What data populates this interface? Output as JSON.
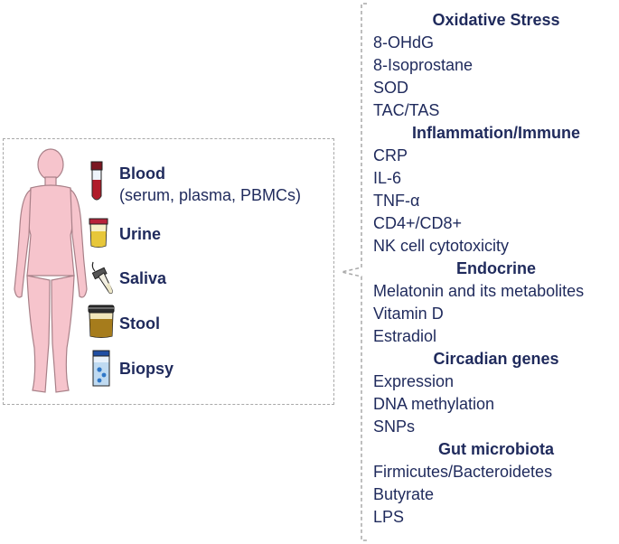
{
  "samples": [
    {
      "name": "Blood",
      "detail": "(serum, plasma, PBMCs)",
      "icon": "blood-tube-icon"
    },
    {
      "name": "Urine",
      "icon": "urine-cup-icon"
    },
    {
      "name": "Saliva",
      "icon": "saliva-tube-icon"
    },
    {
      "name": "Stool",
      "icon": "stool-container-icon"
    },
    {
      "name": "Biopsy",
      "icon": "biopsy-vial-icon"
    }
  ],
  "categories": [
    {
      "title": "Oxidative Stress",
      "items": [
        "8-OHdG",
        "8-Isoprostane",
        "SOD",
        "TAC/TAS"
      ]
    },
    {
      "title": "Inflammation/Immune",
      "items": [
        "CRP",
        "IL-6",
        "TNF-α",
        "CD4+/CD8+",
        "NK cell cytotoxicity"
      ]
    },
    {
      "title": "Endocrine",
      "items": [
        "Melatonin and its metabolites",
        "Vitamin D",
        "Estradiol"
      ]
    },
    {
      "title": "Circadian genes",
      "items": [
        "Expression",
        "DNA methylation",
        "SNPs"
      ]
    },
    {
      "title": "Gut microbiota",
      "items": [
        "Firmicutes/Bacteroidetes",
        "Butyrate",
        "LPS"
      ]
    }
  ],
  "colors": {
    "text": "#1f2a5c",
    "dashed": "#a8a8a8",
    "body": "#f6c4cc",
    "body_stroke": "#a88088"
  }
}
